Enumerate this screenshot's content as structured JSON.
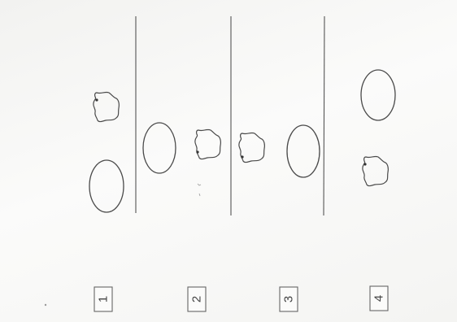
{
  "panels": [
    {
      "label": "1",
      "icons": [
        "chick-icon",
        "egg-icon"
      ]
    },
    {
      "label": "2",
      "icons": [
        "egg-icon",
        "chick-icon"
      ]
    },
    {
      "label": "3",
      "icons": [
        "chick-icon",
        "egg-icon"
      ]
    },
    {
      "label": "4",
      "icons": [
        "egg-icon",
        "chick-icon"
      ]
    }
  ],
  "colors": {
    "paper": "#f7f7f5",
    "ink": "#4a4a4a"
  }
}
